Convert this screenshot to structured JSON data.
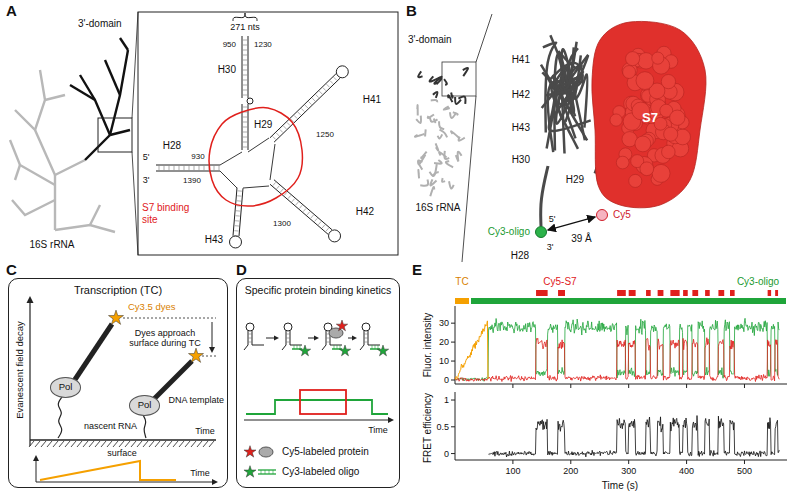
{
  "diagram": {
    "nodes": [
      {
        "text": [
          "Cy3-oligo"
        ]
      },
      {
        "text": [
          "Cy5"
        ]
      },
      {
        "text": [
          "Transcription (TC)"
        ]
      },
      {
        "text": [
          "Pol"
        ],
        "in": 2
      },
      {
        "text": [
          "Pol"
        ],
        "in": 2
      },
      {
        "text": [
          "Specific protein binding kinetics"
        ]
      }
    ],
    "edges": [
      {
        "from": 0,
        "to": 1,
        "arrow": "both",
        "label": "39 Å"
      }
    ],
    "labels": [
      "A",
      "3'-domain",
      "16S rRNA",
      "271 nts",
      "H30",
      "H29",
      "H28",
      "H41",
      "H42",
      "H43",
      "S7 binding site",
      "5'",
      "3'",
      "930",
      "950",
      "1230",
      "1250",
      "1300",
      "1390",
      "B",
      "3'-domain",
      "16S rRNA",
      "H41",
      "H42",
      "H43",
      "H30",
      "H29",
      "S7",
      "5'",
      "3'",
      "H28",
      "C",
      "Evanescent field decay",
      "Cy3.5 dyes",
      "Dyes approach surface during TC",
      "DNA template",
      "nascent RNA",
      "surface",
      "Time",
      "Time",
      "D",
      "Time",
      "E",
      "TC",
      "Cy5-S7",
      "Cy3-oligo",
      "Fluor. intensity",
      "30",
      "20",
      "10",
      "0",
      "FRET efficiency",
      "1",
      "0.5",
      "0",
      "100",
      "200",
      "300",
      "400",
      "500",
      "Time (s)"
    ],
    "legend": [
      {
        "text": "Cy5-labeled protein"
      },
      {
        "text": "Cy3-labeled oligo"
      }
    ]
  }
}
